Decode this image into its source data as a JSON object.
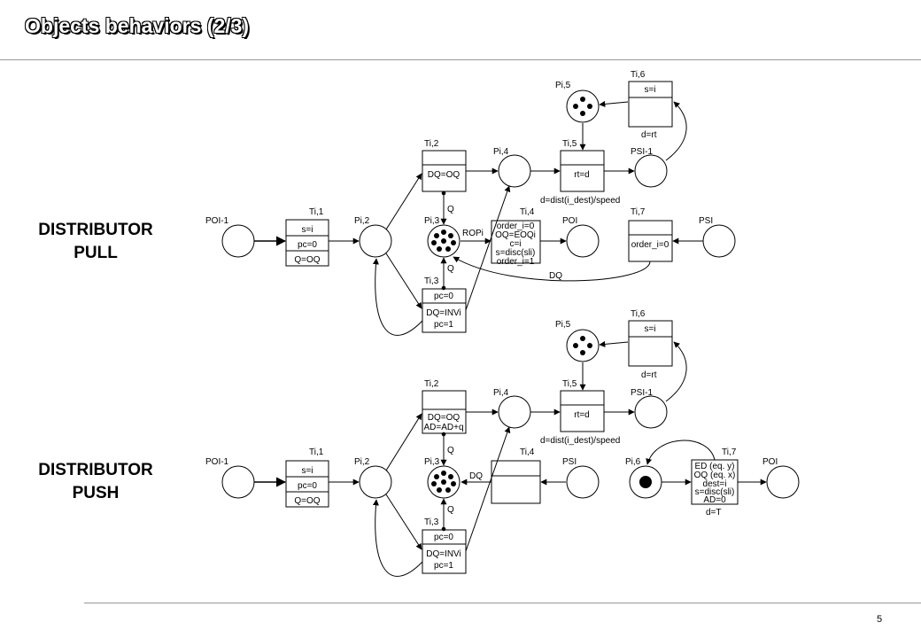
{
  "title": "Objects behaviors (2/3)",
  "page_number": "5",
  "pull_label_line1": "DISTRIBUTOR",
  "pull_label_line2": "PULL",
  "push_label_line1": "DISTRIBUTOR",
  "push_label_line2": "PUSH",
  "pull": {
    "places": {
      "poi1": "POI-1",
      "pi2": "Pi,2",
      "pi3": "Pi,3",
      "pi4": "Pi,4",
      "pi5": "Pi,5",
      "psi1": "PSI-1",
      "poi": "POI",
      "psi": "PSI"
    },
    "transitions": {
      "ti1": {
        "name": "Ti,1",
        "lines": [
          "s=i",
          "pc=0",
          "Q=OQ"
        ]
      },
      "ti2": {
        "name": "Ti,2",
        "lines": [
          "DQ=OQ"
        ]
      },
      "ti3": {
        "name": "Ti,3",
        "lines": [
          "pc=0",
          "DQ=INVi",
          "pc=1"
        ]
      },
      "ti4": {
        "name": "Ti,4",
        "lines": [
          "order_i=0",
          "OQ=EOQi",
          "c=i",
          "s=disc(sli)",
          "order_i=1"
        ]
      },
      "ti5": {
        "name": "Ti,5",
        "lines": [
          "rt=d"
        ]
      },
      "ti6": {
        "name": "Ti,6",
        "lines": [
          "s=i"
        ]
      },
      "ti7": {
        "name": "Ti,7",
        "lines": [
          "order_i=0"
        ]
      }
    },
    "arc_labels": {
      "q_up": "Q",
      "q_down": "Q",
      "ropi": "ROPi",
      "dq": "DQ",
      "delay_ti5": "d=dist(i_dest)/speed",
      "delay_ti6": "d=rt"
    }
  },
  "push": {
    "places": {
      "poi1": "POI-1",
      "pi2": "Pi,2",
      "pi3": "Pi,3",
      "pi4": "Pi,4",
      "pi5": "Pi,5",
      "psi1": "PSI-1",
      "psi": "PSI",
      "pi6": "Pi,6",
      "poi": "POI"
    },
    "transitions": {
      "ti1": {
        "name": "Ti,1",
        "lines": [
          "s=i",
          "pc=0",
          "Q=OQ"
        ]
      },
      "ti2": {
        "name": "Ti,2",
        "lines": [
          "DQ=OQ",
          "AD=AD+q"
        ]
      },
      "ti3": {
        "name": "Ti,3",
        "lines": [
          "pc=0",
          "DQ=INVi",
          "pc=1"
        ]
      },
      "ti4": {
        "name": "Ti,4",
        "lines": []
      },
      "ti5": {
        "name": "Ti,5",
        "lines": [
          "rt=d"
        ]
      },
      "ti6": {
        "name": "Ti,6",
        "lines": [
          "s=i"
        ]
      },
      "ti7": {
        "name": "Ti,7",
        "lines": [
          "ED (eq. y)",
          "OQ (eq. x)",
          "dest=i",
          "s=disc(sli)",
          "AD=0"
        ]
      }
    },
    "arc_labels": {
      "q_up": "Q",
      "q_down": "Q",
      "dq": "DQ",
      "delay_ti5": "d=dist(i_dest)/speed",
      "delay_ti6": "d=rt",
      "delay_ti7": "d=T"
    }
  }
}
